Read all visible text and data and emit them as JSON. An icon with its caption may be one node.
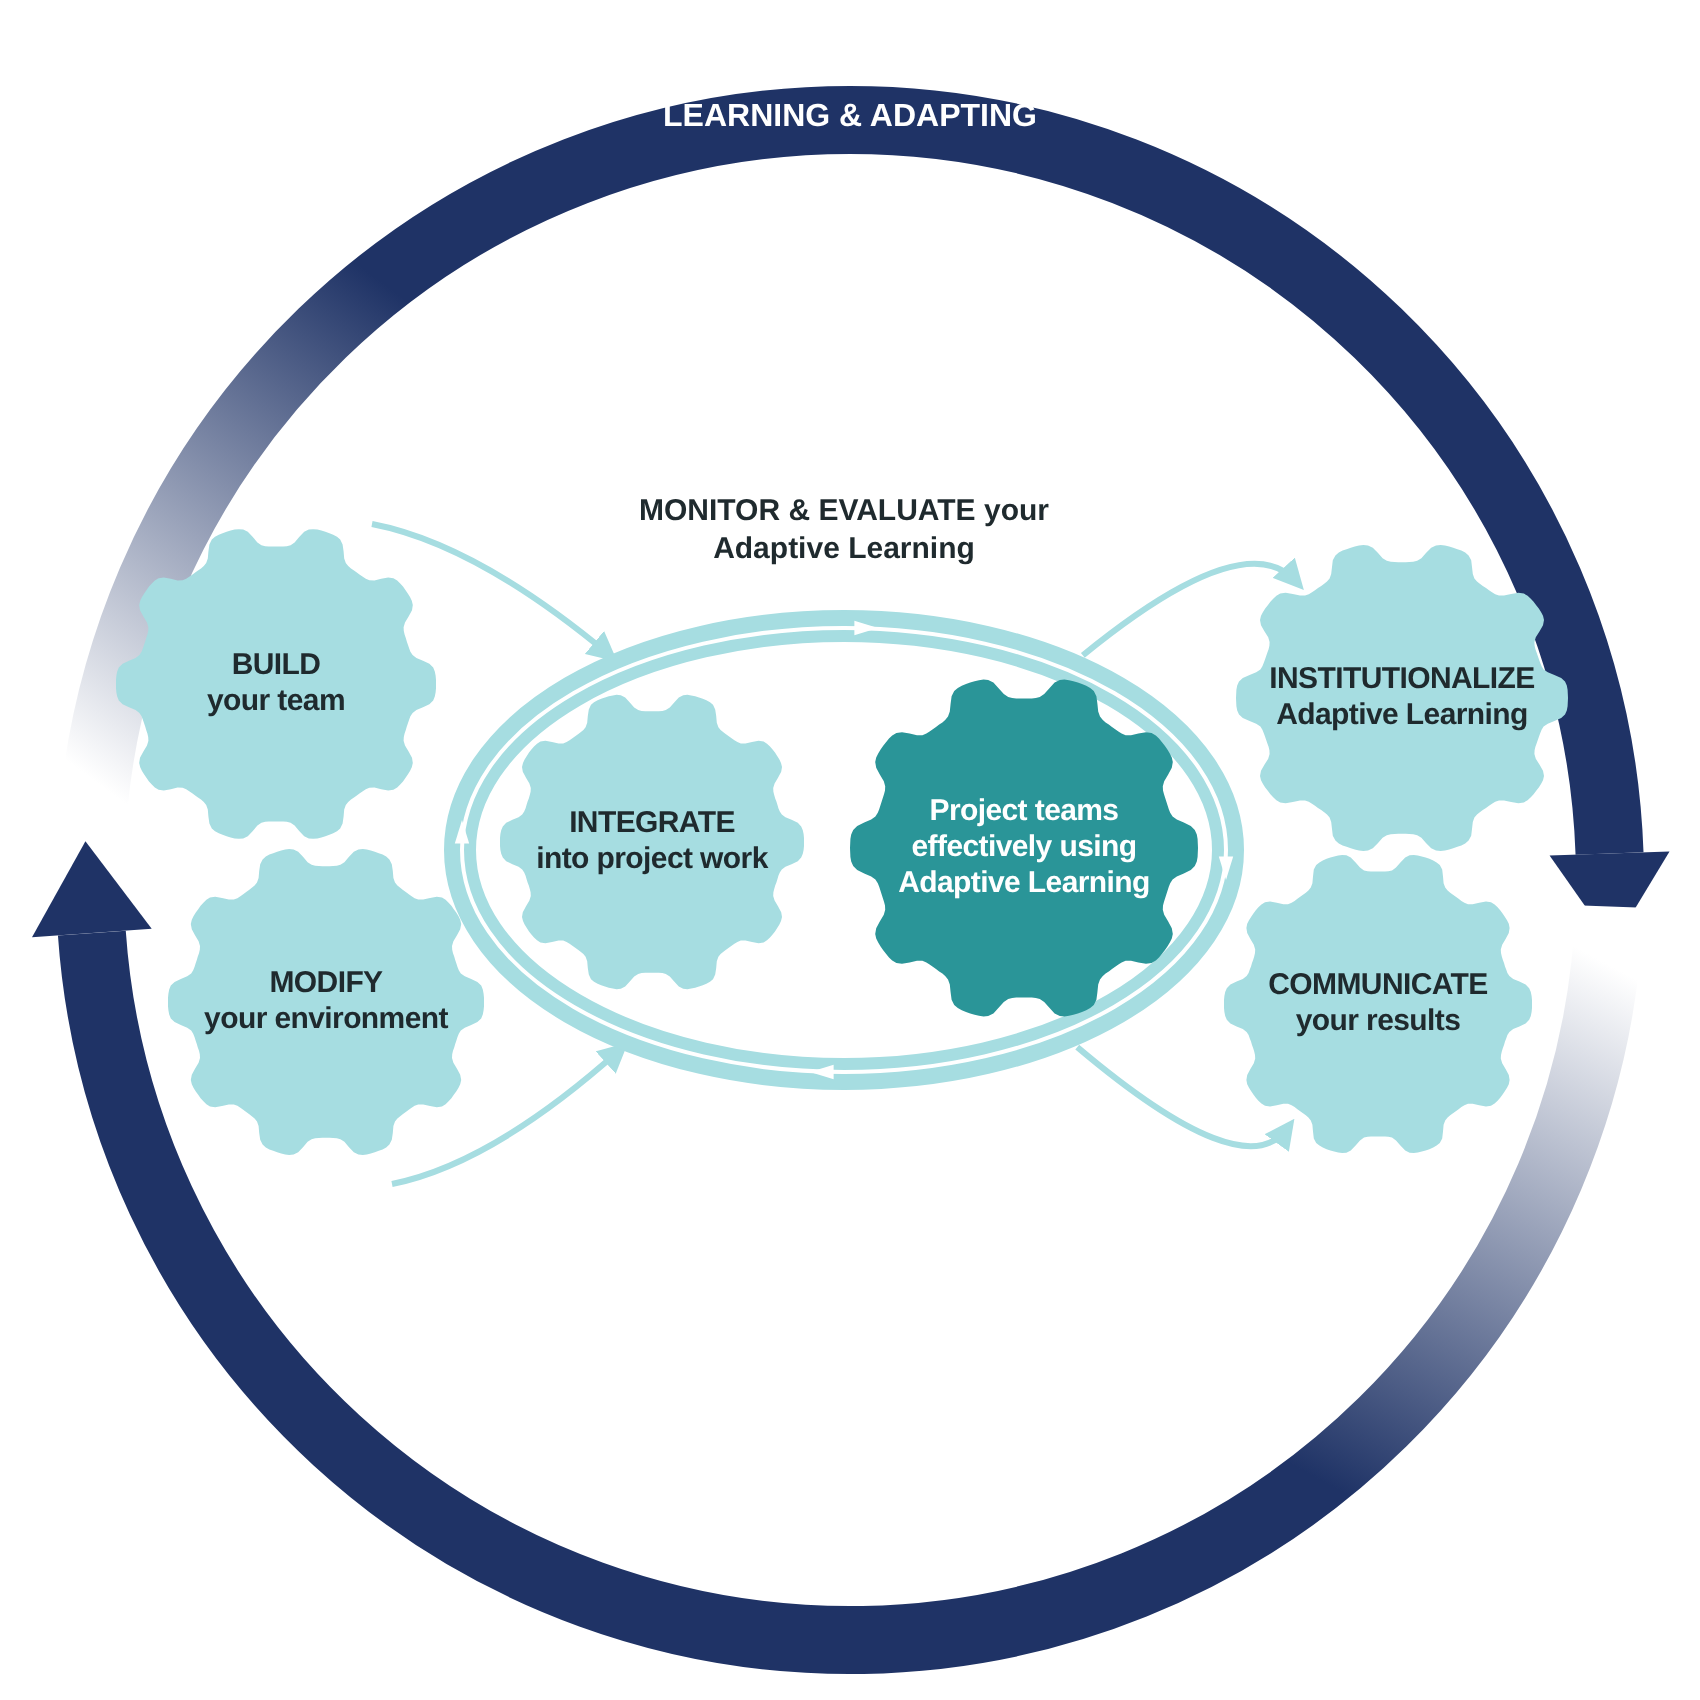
{
  "diagram": {
    "nodes": [
      {
        "text": [
          "BUILD",
          "your team"
        ]
      },
      {
        "text": [
          "MODIFY",
          "your environment"
        ]
      },
      {
        "text": [
          "MONITOR & EVALUATE your Adaptive Learning"
        ]
      },
      {
        "text": [
          "INTEGRATE",
          "into project work"
        ],
        "in": 2
      },
      {
        "text": [
          "Project teams effectively using Adaptive Learning"
        ],
        "in": 2
      },
      {
        "text": [
          "INSTITUTIONALIZE",
          "Adaptive Learning"
        ]
      },
      {
        "text": [
          "COMMUNICATE",
          "your results"
        ]
      }
    ],
    "edges": [
      {
        "from": null,
        "to": 2,
        "arrow": "to"
      },
      {
        "from": null,
        "to": 2,
        "arrow": "to"
      },
      {
        "from": 2,
        "to": 5,
        "arrow": "to"
      },
      {
        "from": 2,
        "to": 6,
        "arrow": "to"
      }
    ],
    "labels": [
      "LEARNING & ADAPTING"
    ]
  }
}
